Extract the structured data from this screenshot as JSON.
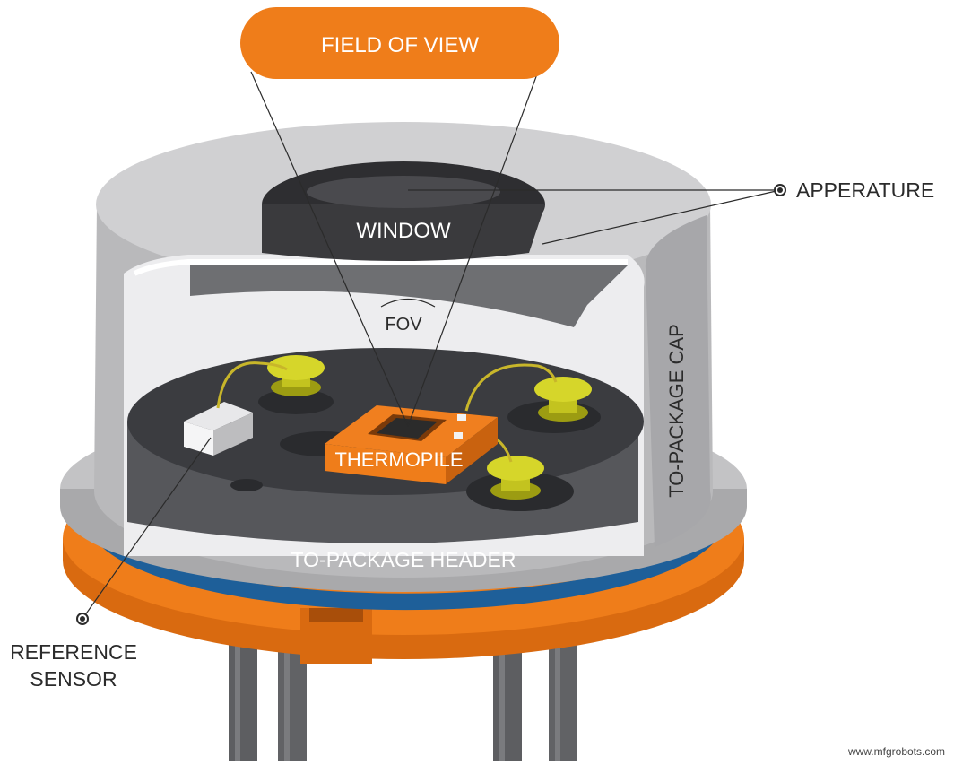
{
  "labels": {
    "field_of_view": "FIELD OF VIEW",
    "apperature": "APPERATURE",
    "window": "WINDOW",
    "fov": "FOV",
    "to_package_cap": "TO-PACKAGE CAP",
    "thermopile": "THERMOPILE",
    "to_package_header": "TO-PACKAGE HEADER",
    "reference_sensor_line1": "REFERENCE",
    "reference_sensor_line2": "SENSOR",
    "watermark": "www.mfgrobots.com"
  },
  "colors": {
    "orange": "#ef7d1a",
    "blue": "#1e5f99",
    "cap_gray": "#b9b9bb",
    "cap_inner": "#dfdfe1",
    "header_dark": "#3b3c40",
    "window_dark": "#3a3a3d",
    "pad_yellow": "#d6d62a",
    "pins": "#5d5e61"
  }
}
